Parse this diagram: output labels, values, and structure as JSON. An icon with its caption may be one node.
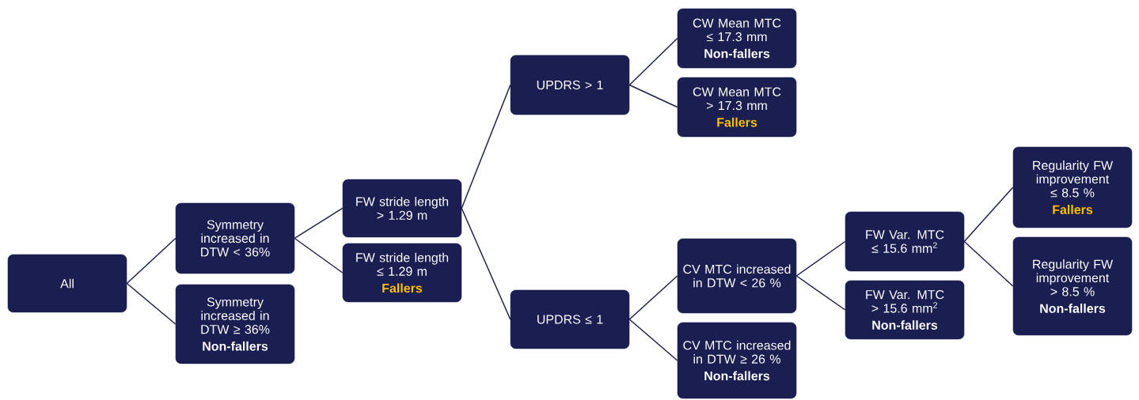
{
  "diagram": {
    "nodes": [
      {
        "text": [
          "All"
        ]
      },
      {
        "text": [
          "Symmetry increased in DTW < 36%"
        ]
      },
      {
        "text": [
          "Symmetry increased in DTW ≥ 36%",
          "Non-fallers"
        ]
      },
      {
        "text": [
          "FW stride length > 1.29 m"
        ]
      },
      {
        "text": [
          "FW stride length ≤ 1.29 m",
          "Fallers"
        ]
      },
      {
        "text": [
          "UPDRS > 1"
        ]
      },
      {
        "text": [
          "CW Mean MTC ≤ 17.3 mm",
          "Non-fallers"
        ]
      },
      {
        "text": [
          "CW Mean MTC > 17.3 mm",
          "Fallers"
        ]
      },
      {
        "text": [
          "UPDRS ≤ 1"
        ]
      },
      {
        "text": [
          "CV MTC increased in DTW < 26 %"
        ]
      },
      {
        "text": [
          "CV MTC increased in DTW ≥ 26 %",
          "Non-fallers"
        ]
      },
      {
        "text": [
          "FW Var. MTC ≤ 15.6 mm$^{2}$"
        ]
      },
      {
        "text": [
          "FW Var. MTC > 15.6 mm$^{2}$",
          "Non-fallers"
        ]
      },
      {
        "text": [
          "Regularity FW improvement ≤ 8.5 %",
          "Fallers"
        ]
      },
      {
        "text": [
          "Regularity FW improvement > 8.5 %",
          "Non-fallers"
        ]
      }
    ],
    "edges": [
      {
        "from": 0,
        "to": 1,
        "arrow": "none"
      },
      {
        "from": 0,
        "to": 2,
        "arrow": "none"
      },
      {
        "from": 1,
        "to": 3,
        "arrow": "none"
      },
      {
        "from": 1,
        "to": 4,
        "arrow": "none"
      },
      {
        "from": 3,
        "to": 5,
        "arrow": "none"
      },
      {
        "from": 3,
        "to": 8,
        "arrow": "none"
      },
      {
        "from": 5,
        "to": 6,
        "arrow": "none"
      },
      {
        "from": 5,
        "to": 7,
        "arrow": "none"
      },
      {
        "from": 8,
        "to": 9,
        "arrow": "none"
      },
      {
        "from": 8,
        "to": 10,
        "arrow": "none"
      },
      {
        "from": 9,
        "to": 11,
        "arrow": "none"
      },
      {
        "from": 9,
        "to": 12,
        "arrow": "none"
      },
      {
        "from": 11,
        "to": 13,
        "arrow": "none"
      },
      {
        "from": 11,
        "to": 14,
        "arrow": "none"
      }
    ]
  }
}
